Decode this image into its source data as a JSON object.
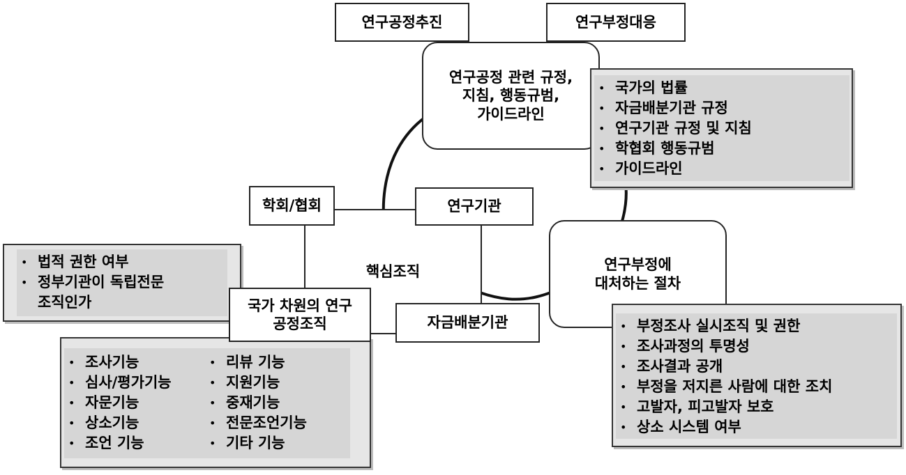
{
  "top_labels": {
    "research_integrity_promotion": "연구공정추진",
    "misconduct_response": "연구부정대응"
  },
  "regulations_box": {
    "lines": [
      "연구공정 관련 규정,",
      "지침, 행동규범,",
      "가이드라인"
    ]
  },
  "regulations_list": [
    "국가의 법률",
    "자금배분기관 규정",
    "연구기관 규정 및 지침",
    "학협회 행동규범",
    "가이드라인"
  ],
  "core_org": {
    "title": "핵심조직",
    "academic_society": "학회/협회",
    "research_institute": "연구기관",
    "funding_agency": "자금배분기관"
  },
  "national_org": {
    "lines": [
      "국가 차원의 연구",
      "공정조직"
    ]
  },
  "national_org_questions": [
    {
      "text": "법적 권한 여부",
      "bullet": true
    },
    {
      "text": "정부기관이 독립전문",
      "bullet": true
    },
    {
      "text": "조직인가",
      "bullet": false
    }
  ],
  "functions_left": [
    "조사기능",
    "심사/평가기능",
    "자문기능",
    "상소기능",
    "조언 기능"
  ],
  "functions_right": [
    "리뷰 기능",
    "지원기능",
    "중재기능",
    "전문조언기능",
    "기타 기능"
  ],
  "procedure_box": {
    "lines": [
      "연구부정에",
      "대처하는 절차"
    ]
  },
  "procedure_list": [
    "부정조사 실시조직 및 권한",
    "조사과정의 투명성",
    "조사결과 공개",
    "부정을 저지른 사람에 대한 조치",
    "고발자, 피고발자 보호",
    "상소 시스템 여부"
  ]
}
